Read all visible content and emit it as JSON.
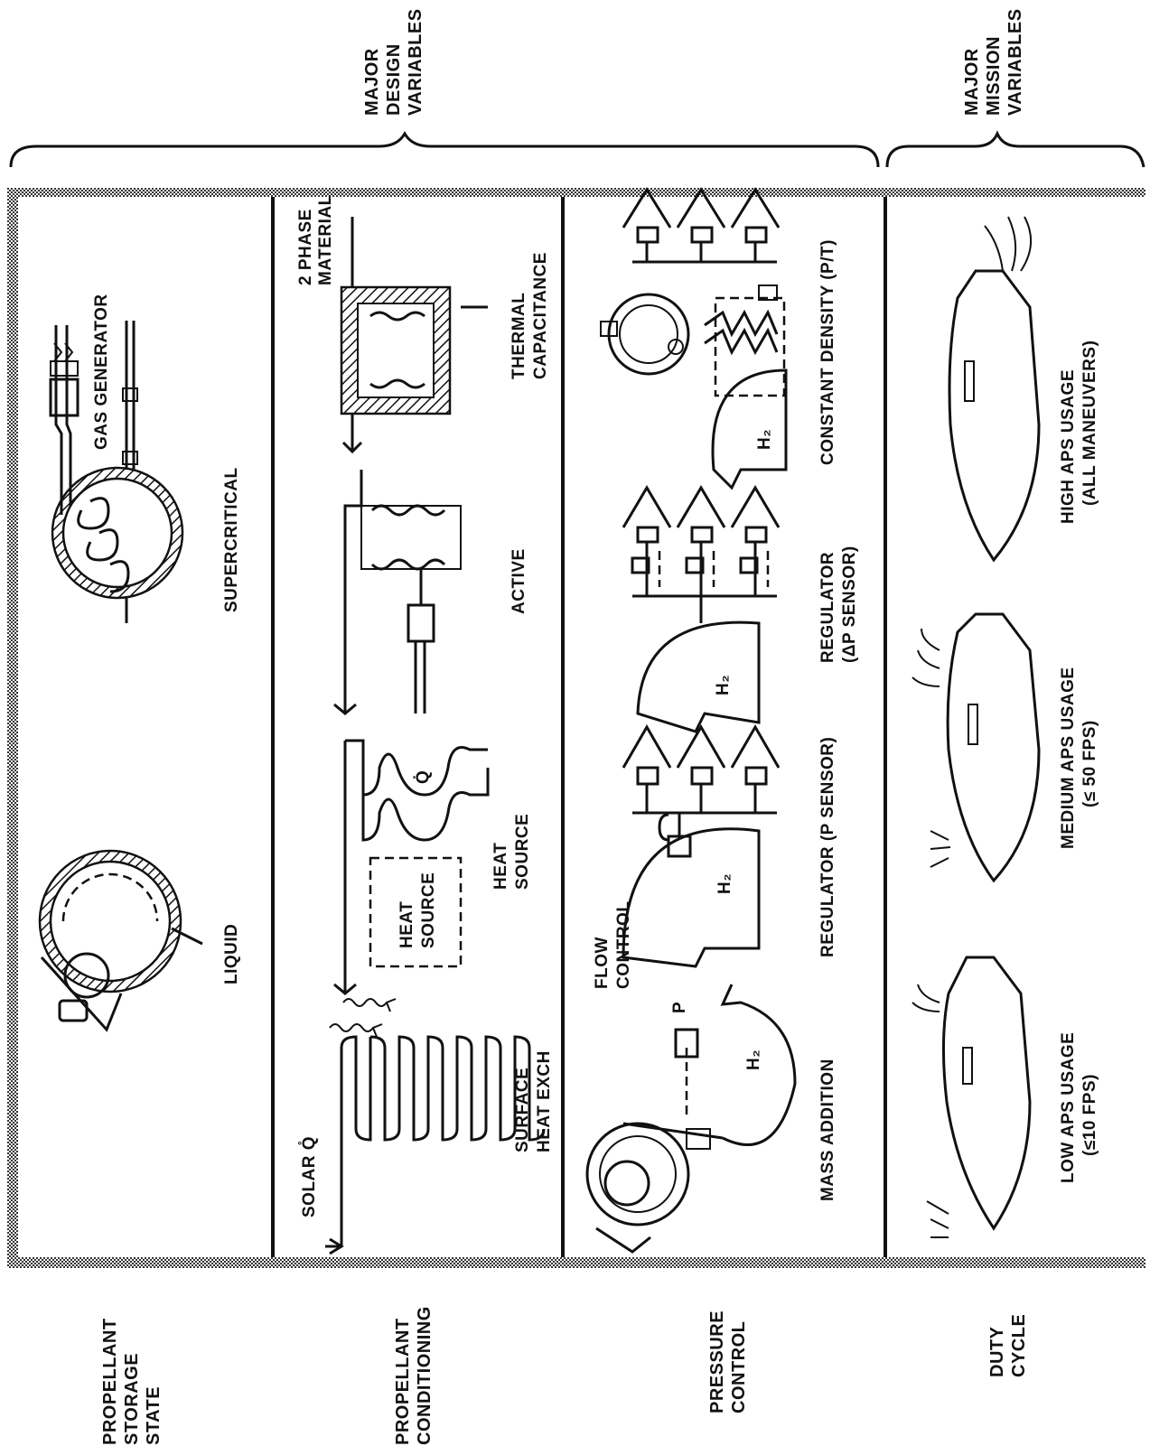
{
  "group_labels": {
    "design": [
      "MAJOR",
      "DESIGN",
      "VARIABLES"
    ],
    "mission": [
      "MAJOR",
      "MISSION",
      "VARIABLES"
    ]
  },
  "rows": [
    {
      "label": [
        "PROPELLANT",
        "STORAGE",
        "STATE"
      ],
      "options": [
        {
          "caption": [
            "LIQUID"
          ]
        },
        {
          "caption": [
            "SUPERCRITICAL"
          ],
          "callout": "GAS GENERATOR"
        }
      ]
    },
    {
      "label": [
        "PROPELLANT",
        "CONDITIONING"
      ],
      "options": [
        {
          "caption": [
            "SURFACE",
            "HEAT EXCH"
          ],
          "callout": "SOLAR Q̊"
        },
        {
          "caption": [
            "HEAT",
            "SOURCE"
          ],
          "box_text": [
            "HEAT",
            "SOURCE"
          ],
          "callout": "Q̇"
        },
        {
          "caption": [
            "ACTIVE"
          ]
        },
        {
          "caption": [
            "THERMAL",
            "CAPACITANCE"
          ],
          "callout": [
            "2 PHASE",
            "MATERIAL"
          ]
        }
      ]
    },
    {
      "label": [
        "PRESSURE",
        "CONTROL"
      ],
      "options": [
        {
          "caption": [
            "MASS ADDITION"
          ],
          "callout": [
            "FLOW",
            "CONTROL"
          ],
          "sensor": "P",
          "tank": "H₂"
        },
        {
          "caption": [
            "REGULATOR (P SENSOR)"
          ],
          "tank": "H₂"
        },
        {
          "caption": [
            "REGULATOR",
            "(ΔP SENSOR)"
          ],
          "tank": "H₂"
        },
        {
          "caption": [
            "CONSTANT DENSITY (P/T)"
          ],
          "tank": "H₂"
        }
      ]
    },
    {
      "label": [
        "DUTY",
        "CYCLE"
      ],
      "options": [
        {
          "caption": [
            "LOW APS USAGE",
            "(≤10 FPS)"
          ]
        },
        {
          "caption": [
            "MEDIUM APS USAGE",
            "(≤ 50 FPS)"
          ]
        },
        {
          "caption": [
            "HIGH APS USAGE",
            "(ALL MANEUVERS)"
          ]
        }
      ]
    }
  ]
}
